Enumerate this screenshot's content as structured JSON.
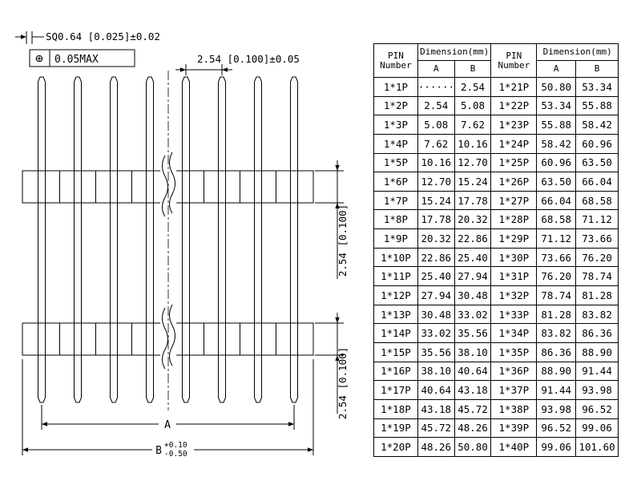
{
  "drawing": {
    "labels": {
      "sq_dim": "SQ0.64 [0.025]±0.02",
      "position_symbol": "⊕",
      "position_tol": "0.05MAX",
      "pitch_dim": "2.54 [0.100]±0.05",
      "row_pitch_upper": "2.54 [0.100]",
      "row_pitch_lower": "2.54 [0.100]",
      "dim_a": "A",
      "dim_b": "B",
      "dim_b_plus": "+0.10",
      "dim_b_minus": "-0.50"
    }
  },
  "table": {
    "header": {
      "pin_line1": "PIN",
      "pin_line2": "Number",
      "dimension": "Dimension(mm)",
      "a": "A",
      "b": "B"
    },
    "rows": [
      [
        "1*1P",
        "······",
        "2.54",
        "1*21P",
        "50.80",
        "53.34"
      ],
      [
        "1*2P",
        "2.54",
        "5.08",
        "1*22P",
        "53.34",
        "55.88"
      ],
      [
        "1*3P",
        "5.08",
        "7.62",
        "1*23P",
        "55.88",
        "58.42"
      ],
      [
        "1*4P",
        "7.62",
        "10.16",
        "1*24P",
        "58.42",
        "60.96"
      ],
      [
        "1*5P",
        "10.16",
        "12.70",
        "1*25P",
        "60.96",
        "63.50"
      ],
      [
        "1*6P",
        "12.70",
        "15.24",
        "1*26P",
        "63.50",
        "66.04"
      ],
      [
        "1*7P",
        "15.24",
        "17.78",
        "1*27P",
        "66.04",
        "68.58"
      ],
      [
        "1*8P",
        "17.78",
        "20.32",
        "1*28P",
        "68.58",
        "71.12"
      ],
      [
        "1*9P",
        "20.32",
        "22.86",
        "1*29P",
        "71.12",
        "73.66"
      ],
      [
        "1*10P",
        "22.86",
        "25.40",
        "1*30P",
        "73.66",
        "76.20"
      ],
      [
        "1*11P",
        "25.40",
        "27.94",
        "1*31P",
        "76.20",
        "78.74"
      ],
      [
        "1*12P",
        "27.94",
        "30.48",
        "1*32P",
        "78.74",
        "81.28"
      ],
      [
        "1*13P",
        "30.48",
        "33.02",
        "1*33P",
        "81.28",
        "83.82"
      ],
      [
        "1*14P",
        "33.02",
        "35.56",
        "1*34P",
        "83.82",
        "86.36"
      ],
      [
        "1*15P",
        "35.56",
        "38.10",
        "1*35P",
        "86.36",
        "88.90"
      ],
      [
        "1*16P",
        "38.10",
        "40.64",
        "1*36P",
        "88.90",
        "91.44"
      ],
      [
        "1*17P",
        "40.64",
        "43.18",
        "1*37P",
        "91.44",
        "93.98"
      ],
      [
        "1*18P",
        "43.18",
        "45.72",
        "1*38P",
        "93.98",
        "96.52"
      ],
      [
        "1*19P",
        "45.72",
        "48.26",
        "1*39P",
        "96.52",
        "99.06"
      ],
      [
        "1*20P",
        "48.26",
        "50.80",
        "1*40P",
        "99.06",
        "101.60"
      ]
    ]
  }
}
